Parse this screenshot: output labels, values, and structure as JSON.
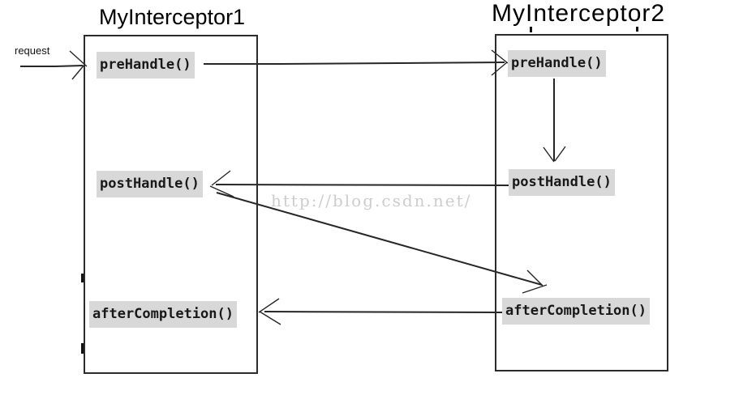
{
  "watermark": {
    "text": "http://blog.csdn.net/",
    "color": "#cdcdcd"
  },
  "request": {
    "label": "request"
  },
  "interceptors": [
    {
      "title": "MyInterceptor1",
      "methods": [
        {
          "label": "preHandle()"
        },
        {
          "label": "postHandle()"
        },
        {
          "label": "afterCompletion()"
        }
      ]
    },
    {
      "title": "MyInterceptor2",
      "methods": [
        {
          "label": "preHandle()"
        },
        {
          "label": "postHandle()"
        },
        {
          "label": "afterCompletion()"
        }
      ]
    }
  ],
  "flow_arrows": [
    {
      "from": "request",
      "to": "MyInterceptor1.preHandle()"
    },
    {
      "from": "MyInterceptor1.preHandle()",
      "to": "MyInterceptor2.preHandle()"
    },
    {
      "from": "MyInterceptor2.preHandle()",
      "to": "MyInterceptor2.postHandle()"
    },
    {
      "from": "MyInterceptor2.postHandle()",
      "to": "MyInterceptor1.postHandle()"
    },
    {
      "from": "MyInterceptor1.postHandle()",
      "to": "MyInterceptor2.afterCompletion()"
    },
    {
      "from": "MyInterceptor2.afterCompletion()",
      "to": "MyInterceptor1.afterCompletion()"
    }
  ],
  "colors": {
    "label_bg": "#d8d8d8",
    "line": "#262626",
    "box_border": "#2b2b2b"
  }
}
